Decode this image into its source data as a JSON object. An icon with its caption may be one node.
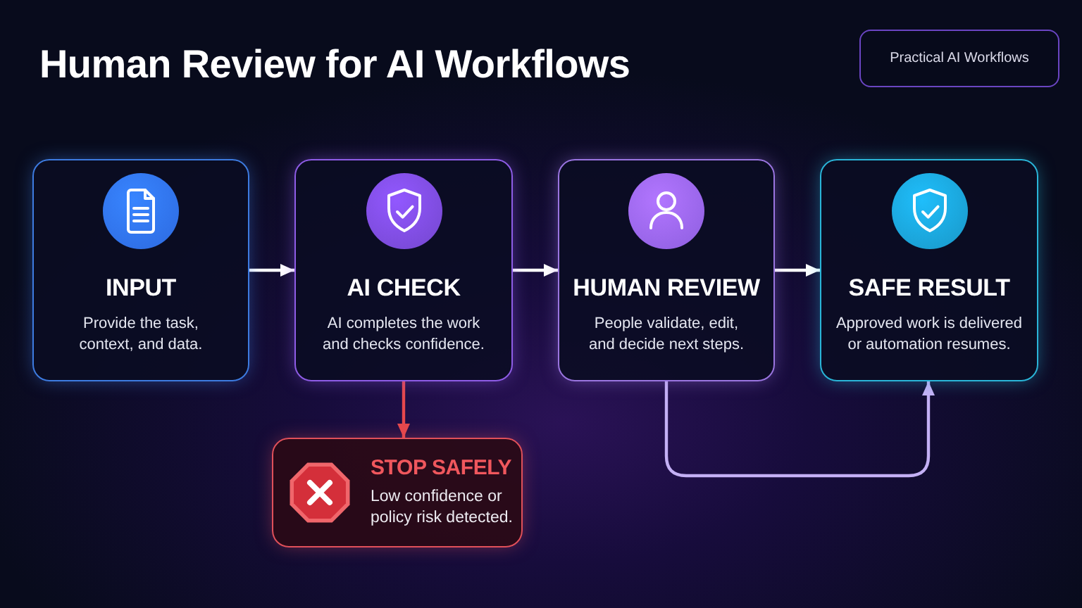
{
  "diagram": {
    "title": "Human Review for AI Workflows",
    "nodes": [
      {
        "text": [
          "Practical AI Workflows"
        ]
      },
      {
        "text": [
          "INPUT",
          "Provide the task, context, and data."
        ]
      },
      {
        "text": [
          "AI CHECK",
          "AI completes the work and checks confidence."
        ]
      },
      {
        "text": [
          "HUMAN REVIEW",
          "People validate, edit, and decide next steps."
        ]
      },
      {
        "text": [
          "SAFE RESULT",
          "Approved work is delivered or automation resumes."
        ]
      },
      {
        "text": [
          "STOP SAFELY",
          "Low confidence or policy risk detected."
        ]
      }
    ],
    "edges": [
      {
        "from": 1,
        "to": 2,
        "arrow": "to"
      },
      {
        "from": 2,
        "to": 3,
        "arrow": "to"
      },
      {
        "from": 3,
        "to": 4,
        "arrow": "to"
      },
      {
        "from": 2,
        "to": 5,
        "arrow": "to",
        "color": "#e5484d"
      },
      {
        "from": 3,
        "to": 4,
        "arrow": "to",
        "color": "#c4b0f5"
      }
    ]
  }
}
